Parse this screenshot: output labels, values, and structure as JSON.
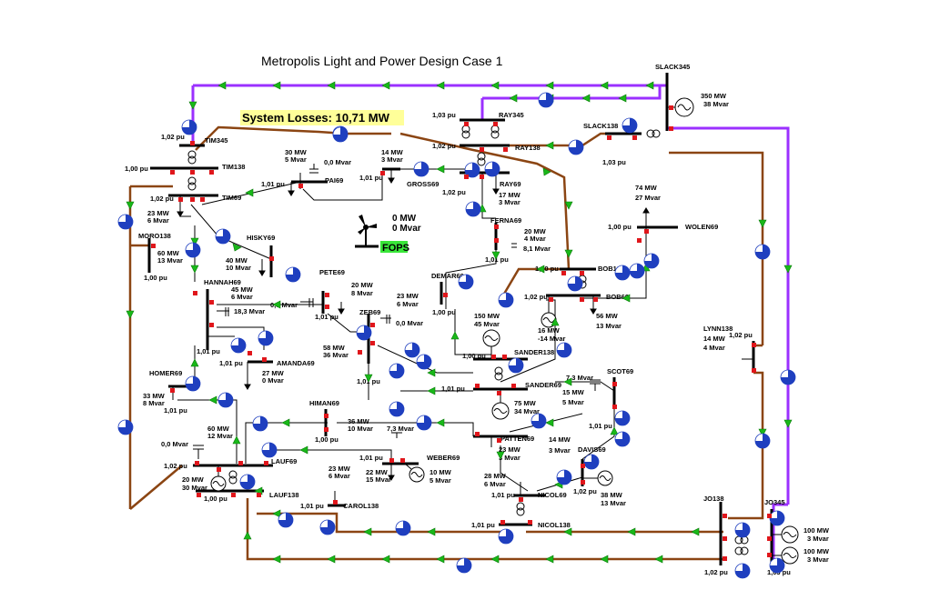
{
  "title": "Metropolis Light and Power Design Case 1",
  "system_losses": "System Losses: 10,71 MW",
  "fops": {
    "label": "FOPS",
    "mw": "0 MW",
    "mvar": "0 Mvar"
  },
  "colors": {
    "line_345": "#9b30ff",
    "line_138": "#8b4513",
    "line_69": "#000000",
    "arrow": "#19b819",
    "arrow_edge": "#0a7a0a",
    "pie": "#1f3fbf",
    "breaker": "#e0161b",
    "losses_bg": "#ffff99",
    "fops_bg": "#39e639"
  },
  "buses": [
    {
      "id": "slack345",
      "name": "SLACK345"
    },
    {
      "id": "slack138",
      "name": "SLACK138"
    },
    {
      "id": "ray345",
      "name": "RAY345"
    },
    {
      "id": "ray138",
      "name": "RAY138"
    },
    {
      "id": "ray69",
      "name": "RAY69"
    },
    {
      "id": "tim345",
      "name": "TIM345"
    },
    {
      "id": "tim138",
      "name": "TIM138"
    },
    {
      "id": "tim69",
      "name": "TIM69"
    },
    {
      "id": "pai69",
      "name": "PAI69"
    },
    {
      "id": "gross69",
      "name": "GROSS69"
    },
    {
      "id": "ferna69",
      "name": "FERNA69"
    },
    {
      "id": "moro138",
      "name": "MORO138"
    },
    {
      "id": "hisky69",
      "name": "HISKY69"
    },
    {
      "id": "wolen69",
      "name": "WOLEN69"
    },
    {
      "id": "bob138",
      "name": "BOB138"
    },
    {
      "id": "bob69",
      "name": "BOB69"
    },
    {
      "id": "pete69",
      "name": "PETE69"
    },
    {
      "id": "demar69",
      "name": "DEMAR69"
    },
    {
      "id": "hanna69",
      "name": "HANNAH69"
    },
    {
      "id": "zeb69",
      "name": "ZEB69"
    },
    {
      "id": "lynn138",
      "name": "LYNN138"
    },
    {
      "id": "amanda69",
      "name": "AMANDA69"
    },
    {
      "id": "sander138",
      "name": "SANDER138"
    },
    {
      "id": "sander69",
      "name": "SANDER69"
    },
    {
      "id": "homer69",
      "name": "HOMER69"
    },
    {
      "id": "scot69",
      "name": "SCOT69"
    },
    {
      "id": "himan69",
      "name": "HIMAN69"
    },
    {
      "id": "patten69",
      "name": "PATTEN69"
    },
    {
      "id": "lauf69",
      "name": "LAUF69"
    },
    {
      "id": "weber69",
      "name": "WEBER69"
    },
    {
      "id": "davis69",
      "name": "DAVIS69"
    },
    {
      "id": "lauf138",
      "name": "LAUF138"
    },
    {
      "id": "carol138",
      "name": "CAROL138"
    },
    {
      "id": "nicol69",
      "name": "NICOL69"
    },
    {
      "id": "jo138",
      "name": "JO138"
    },
    {
      "id": "jo345",
      "name": "JO345"
    },
    {
      "id": "nicol138",
      "name": "NICOL138"
    }
  ],
  "voltages": {
    "tim345": "1,02 pu",
    "tim138": "1,00 pu",
    "tim69": "1,02 pu",
    "ray345": "1,03 pu",
    "ray138": "1,02 pu",
    "slack138": "1,03 pu",
    "pai69": "1,01 pu",
    "gross69": "1,01 pu",
    "ray69": "1,02 pu",
    "ferna69": "1,01 pu",
    "wolen69": "1,00 pu",
    "moro138": "1,00 pu",
    "bob138": "1,00 pu",
    "bob69": "1,02 pu",
    "pete69": "1,01 pu",
    "demar69": "1,00 pu",
    "hanna69": "1,01 pu",
    "zeb69": "1,01 pu",
    "sander138": "1,00 pu",
    "lynn138": "1,02 pu",
    "amanda69": "1,01 pu",
    "sander69": "1,01 pu",
    "homer69": "1,01 pu",
    "scot69": "1,01 pu",
    "himan69": "1,00 pu",
    "weber69": "1,01 pu",
    "lauf69": "1,02 pu",
    "lauf138": "1,00 pu",
    "carol138": "1,01 pu",
    "nicol69": "1,01 pu",
    "davis69": "1,02 pu",
    "nicol138": "1,01 pu",
    "jo138": "1,02 pu",
    "jo345": "1,03 pu"
  },
  "loads": [
    {
      "id": "load_pai",
      "mw": "30 MW",
      "mvar": "5 Mvar"
    },
    {
      "id": "load_gross",
      "mw": "14 MW",
      "mvar": "3 Mvar"
    },
    {
      "id": "load_ray",
      "mw": "17 MW",
      "mvar": "3 Mvar"
    },
    {
      "id": "load_tim",
      "mw": "23 MW",
      "mvar": "6 Mvar"
    },
    {
      "id": "load_moro",
      "mw": "60 MW",
      "mvar": "13 Mvar"
    },
    {
      "id": "load_wolen",
      "mw": "74 MW",
      "mvar": "27 Mvar"
    },
    {
      "id": "load_ferna",
      "mw": "20 MW",
      "mvar": "4 Mvar"
    },
    {
      "id": "load_hisky",
      "mw": "40 MW",
      "mvar": "10 Mvar"
    },
    {
      "id": "load_hanna",
      "mw": "45 MW",
      "mvar": "6 Mvar"
    },
    {
      "id": "load_pete",
      "mw": "20 MW",
      "mvar": "8 Mvar"
    },
    {
      "id": "load_demar",
      "mw": "23 MW",
      "mvar": "6 Mvar"
    },
    {
      "id": "load_bob",
      "mw": "56 MW",
      "mvar": "13 Mvar"
    },
    {
      "id": "load_zeb",
      "mw": "58 MW",
      "mvar": "36 Mvar"
    },
    {
      "id": "load_lynn",
      "mw": "14 MW",
      "mvar": "4 Mvar"
    },
    {
      "id": "load_amanda",
      "mw": "27 MW",
      "mvar": "0 Mvar"
    },
    {
      "id": "load_homer",
      "mw": "33 MW",
      "mvar": "8 Mvar"
    },
    {
      "id": "load_scot",
      "mw": "15 MW",
      "mvar": "5 Mvar"
    },
    {
      "id": "load_himan",
      "mw": "36 MW",
      "mvar": "10 Mvar"
    },
    {
      "id": "load_lauf69",
      "mw": "60 MW",
      "mvar": "12 Mvar"
    },
    {
      "id": "load_patten",
      "mw": "23 MW",
      "mvar": "3 Mvar"
    },
    {
      "id": "load_davis",
      "mw": "14 MW",
      "mvar": "3 Mvar"
    },
    {
      "id": "load_weber",
      "mw": "22 MW",
      "mvar": "15 Mvar"
    },
    {
      "id": "load_carol",
      "mw": "23 MW",
      "mvar": "6 Mvar"
    },
    {
      "id": "load_nicol",
      "mw": "28 MW",
      "mvar": "6 Mvar"
    }
  ],
  "generators": [
    {
      "id": "gen_slack",
      "mw": "350 MW",
      "mvar": "38 Mvar"
    },
    {
      "id": "gen_bob",
      "mw": "16 MW",
      "mvar": "-14 Mvar"
    },
    {
      "id": "gen_sander138",
      "mw": "150 MW",
      "mvar": "45 Mvar"
    },
    {
      "id": "gen_sander69",
      "mw": "75 MW",
      "mvar": "34 Mvar"
    },
    {
      "id": "gen_lauf69",
      "mw": "20 MW",
      "mvar": "30 Mvar"
    },
    {
      "id": "gen_weber",
      "mw": "10 MW",
      "mvar": "5 Mvar"
    },
    {
      "id": "gen_davis",
      "mw": "38 MW",
      "mvar": "13 Mvar"
    },
    {
      "id": "gen_jo1",
      "mw": "100 MW",
      "mvar": "3 Mvar"
    },
    {
      "id": "gen_jo2",
      "mw": "100 MW",
      "mvar": "3 Mvar"
    }
  ],
  "caps": [
    {
      "id": "cap_pai",
      "mvar": "0,0 Mvar"
    },
    {
      "id": "cap_ferna",
      "mvar": "8,1 Mvar"
    },
    {
      "id": "cap_pete",
      "mvar": "0,0 Mvar"
    },
    {
      "id": "cap_zeb",
      "mvar": "0,0 Mvar"
    },
    {
      "id": "cap_hanna",
      "mvar": "18,3 Mvar"
    },
    {
      "id": "cap_scot",
      "mvar": "7,3 Mvar"
    },
    {
      "id": "cap_himan",
      "mvar": "7,3 Mvar"
    },
    {
      "id": "cap_lauf",
      "mvar": "0,0 Mvar"
    }
  ]
}
